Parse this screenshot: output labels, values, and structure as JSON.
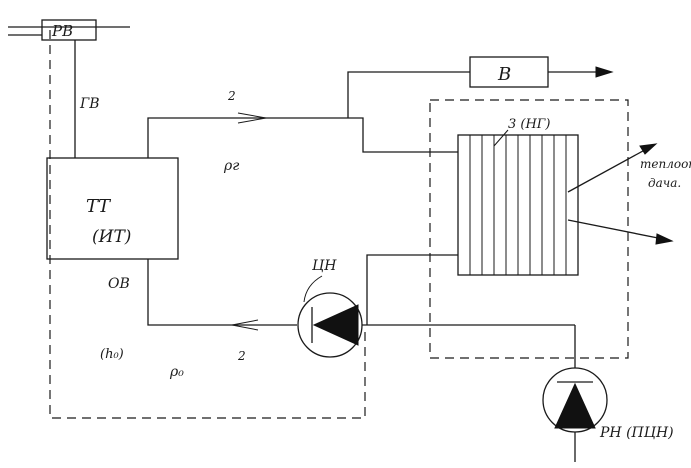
{
  "labels": {
    "rv": "РВ",
    "gv": "ГВ",
    "tt_line1": "ТТ",
    "tt_line2": "(ИТ)",
    "ov": "ОВ",
    "h0": "(h₀)",
    "p0": "ρ₀",
    "pg": "ρг",
    "flow_top": "2",
    "flow_bottom": "2",
    "tsn": "ЦН",
    "v": "В",
    "ng": "3 (НГ)",
    "heat_line1": "теплоот",
    "heat_line2": "дача.",
    "rn": "РН (ПЦН)"
  }
}
